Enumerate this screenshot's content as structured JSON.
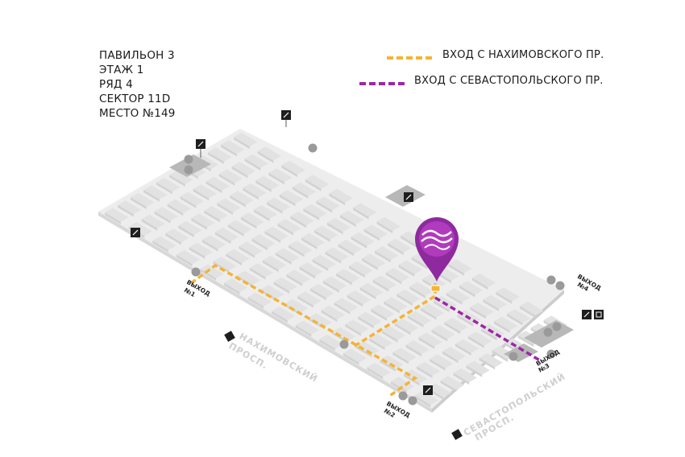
{
  "location": {
    "pavilion": "ПАВИЛЬОН 3",
    "floor": "ЭТАЖ 1",
    "row": "РЯД 4",
    "sector": "СЕКТОР 11D",
    "place": "МЕСТО №149"
  },
  "legend": [
    {
      "label": "ВХОД С НАХИМОВСКОГО ПР.",
      "color": "#f5b335"
    },
    {
      "label": "ВХОД С СЕВАСТОПОЛЬСКОГО ПР.",
      "color": "#9c27a6"
    }
  ],
  "streets": {
    "nakhimovsky_1": "НАХИМОВСКИЙ",
    "nakhimovsky_2": "ПРОСП.",
    "sevastopolsky_1": "СЕВАСТОПОЛЬСКИЙ",
    "sevastopolsky_2": "ПРОСП."
  },
  "exits": {
    "exit1_a": "ВЫХОД",
    "exit1_b": "№1",
    "exit2_a": "ВЫХОД",
    "exit2_b": "№2",
    "exit3_a": "ВЫХОД",
    "exit3_b": "№3",
    "exit4_a": "ВЫХОД",
    "exit4_b": "№4"
  },
  "colors": {
    "route_nakhimovsky": "#f5b335",
    "route_sevastopolsky": "#9c27a6",
    "pin": "#8e2a9e",
    "floor": "#ececec",
    "block": "#dcdcdc",
    "icon": "#1e1e1e"
  },
  "icons": [
    "pen-icon",
    "restroom-icon",
    "atm-icon",
    "food-icon",
    "location-pin-icon"
  ]
}
